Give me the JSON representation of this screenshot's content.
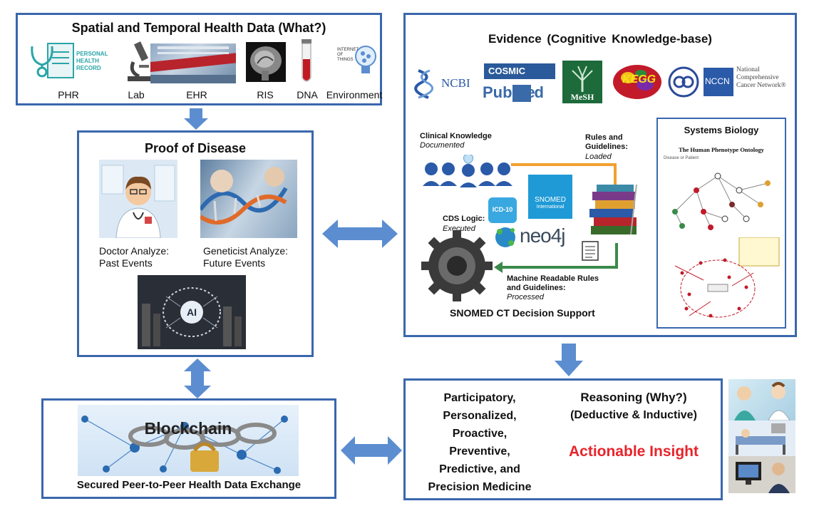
{
  "top_left": {
    "title": "Spatial and Temporal Health Data (What?)",
    "phr_logo": "PERSONAL HEALTH RECORD",
    "iot_logo": "INTERNET OF THINGS",
    "items": [
      "PHR",
      "Lab",
      "EHR",
      "RIS",
      "DNA",
      "Environment"
    ]
  },
  "proof": {
    "title": "Proof of Disease",
    "doctor_caption": "Doctor Analyze:",
    "doctor_caption2": "Past Events",
    "geneticist_caption": "Geneticist Analyze:",
    "geneticist_caption2": "Future Events",
    "ai_label": "AI"
  },
  "evidence": {
    "title": "Evidence (Cognitive Knowledge-base)",
    "logos": {
      "ncbi": "NCBI",
      "cosmic": "COSMIC",
      "pubmed_pub": "Pub",
      "pubmed_med": "Med",
      "mesh": "MeSH",
      "kegg": "KEGG",
      "nccn_box": "NCCN",
      "nccn_name": "National Comprehensive Cancer Network®"
    },
    "clinical_knowledge": "Clinical Knowledge",
    "documented": "Documented",
    "rules_title": "Rules and Guidelines:",
    "loaded": "Loaded",
    "snomed_logo": "SNOMED",
    "snomed_intl": "International",
    "icd": "ICD-10",
    "cds_logic": "CDS Logic:",
    "executed": "Executed",
    "neo4j": "neo4j",
    "machine_readable": "Machine Readable Rules and Guidelines:",
    "processed": "Processed",
    "footer": "SNOMED CT Decision Support",
    "systems_biology": "Systems Biology",
    "hpo_title": "The Human Phenotype Ontology",
    "hpo_sub": "Disease or Patient"
  },
  "blockchain": {
    "label": "Blockchain",
    "caption": "Secured Peer-to-Peer Health Data Exchange"
  },
  "insight": {
    "medicine_lines": [
      "Participatory,",
      "Personalized,",
      "Proactive,",
      "Preventive,",
      "Predictive, and",
      "Precision Medicine"
    ],
    "reasoning": "Reasoning (Why?)",
    "reasoning_sub": "(Deductive & Inductive)",
    "actionable": "Actionable Insight"
  },
  "colors": {
    "panel_border": "#3a67ad",
    "arrow": "#5b8dd0",
    "actionable": "#e8232a",
    "orange_arrow": "#f0a030",
    "green_arrow": "#3a8a4a"
  }
}
